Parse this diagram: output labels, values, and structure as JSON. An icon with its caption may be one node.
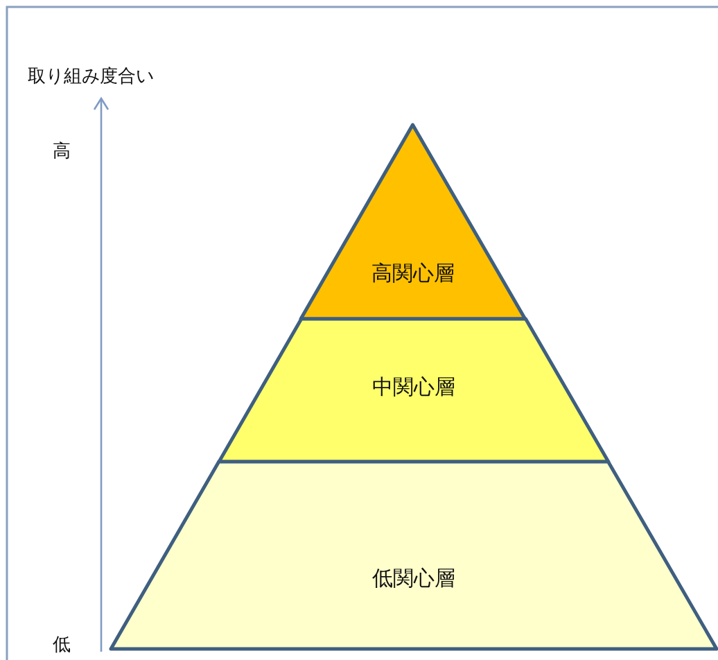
{
  "diagram": {
    "nodes": [
      {
        "text": [
          "高関心層"
        ]
      },
      {
        "text": [
          "中関心層"
        ]
      },
      {
        "text": [
          "低関心層"
        ]
      }
    ],
    "labels": [
      "取り組み度合い",
      "高",
      "低"
    ]
  }
}
